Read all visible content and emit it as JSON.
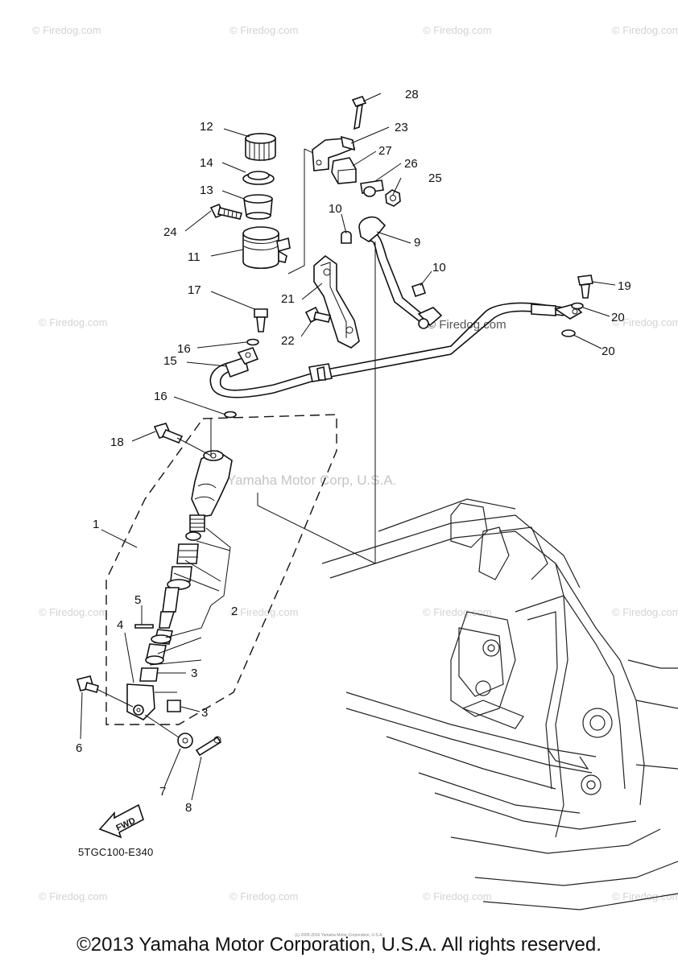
{
  "diagram": {
    "code": "5TGC100-E340",
    "copyright": "©2013 Yamaha Motor Corporation, U.S.A. All rights reserved.",
    "small_print": "(c) 2005-2016 Yamaha Motor Corporation, U.S.A.",
    "center_watermark": "Yamaha Motor Corp, U.S.A.",
    "watermark": "© Firedog.com",
    "fwd_label": "FWD",
    "callouts": {
      "p1": "1",
      "p2": "2",
      "p3a": "3",
      "p3b": "3",
      "p4": "4",
      "p5": "5",
      "p6": "6",
      "p7": "7",
      "p8": "8",
      "p9": "9",
      "p10a": "10",
      "p10b": "10",
      "p11": "11",
      "p12": "12",
      "p13": "13",
      "p14": "14",
      "p15": "15",
      "p16a": "16",
      "p16b": "16",
      "p17": "17",
      "p18": "18",
      "p19": "19",
      "p20a": "20",
      "p20b": "20",
      "p21": "21",
      "p22": "22",
      "p23": "23",
      "p24": "24",
      "p25": "25",
      "p26": "26",
      "p27": "27",
      "p28": "28"
    }
  }
}
